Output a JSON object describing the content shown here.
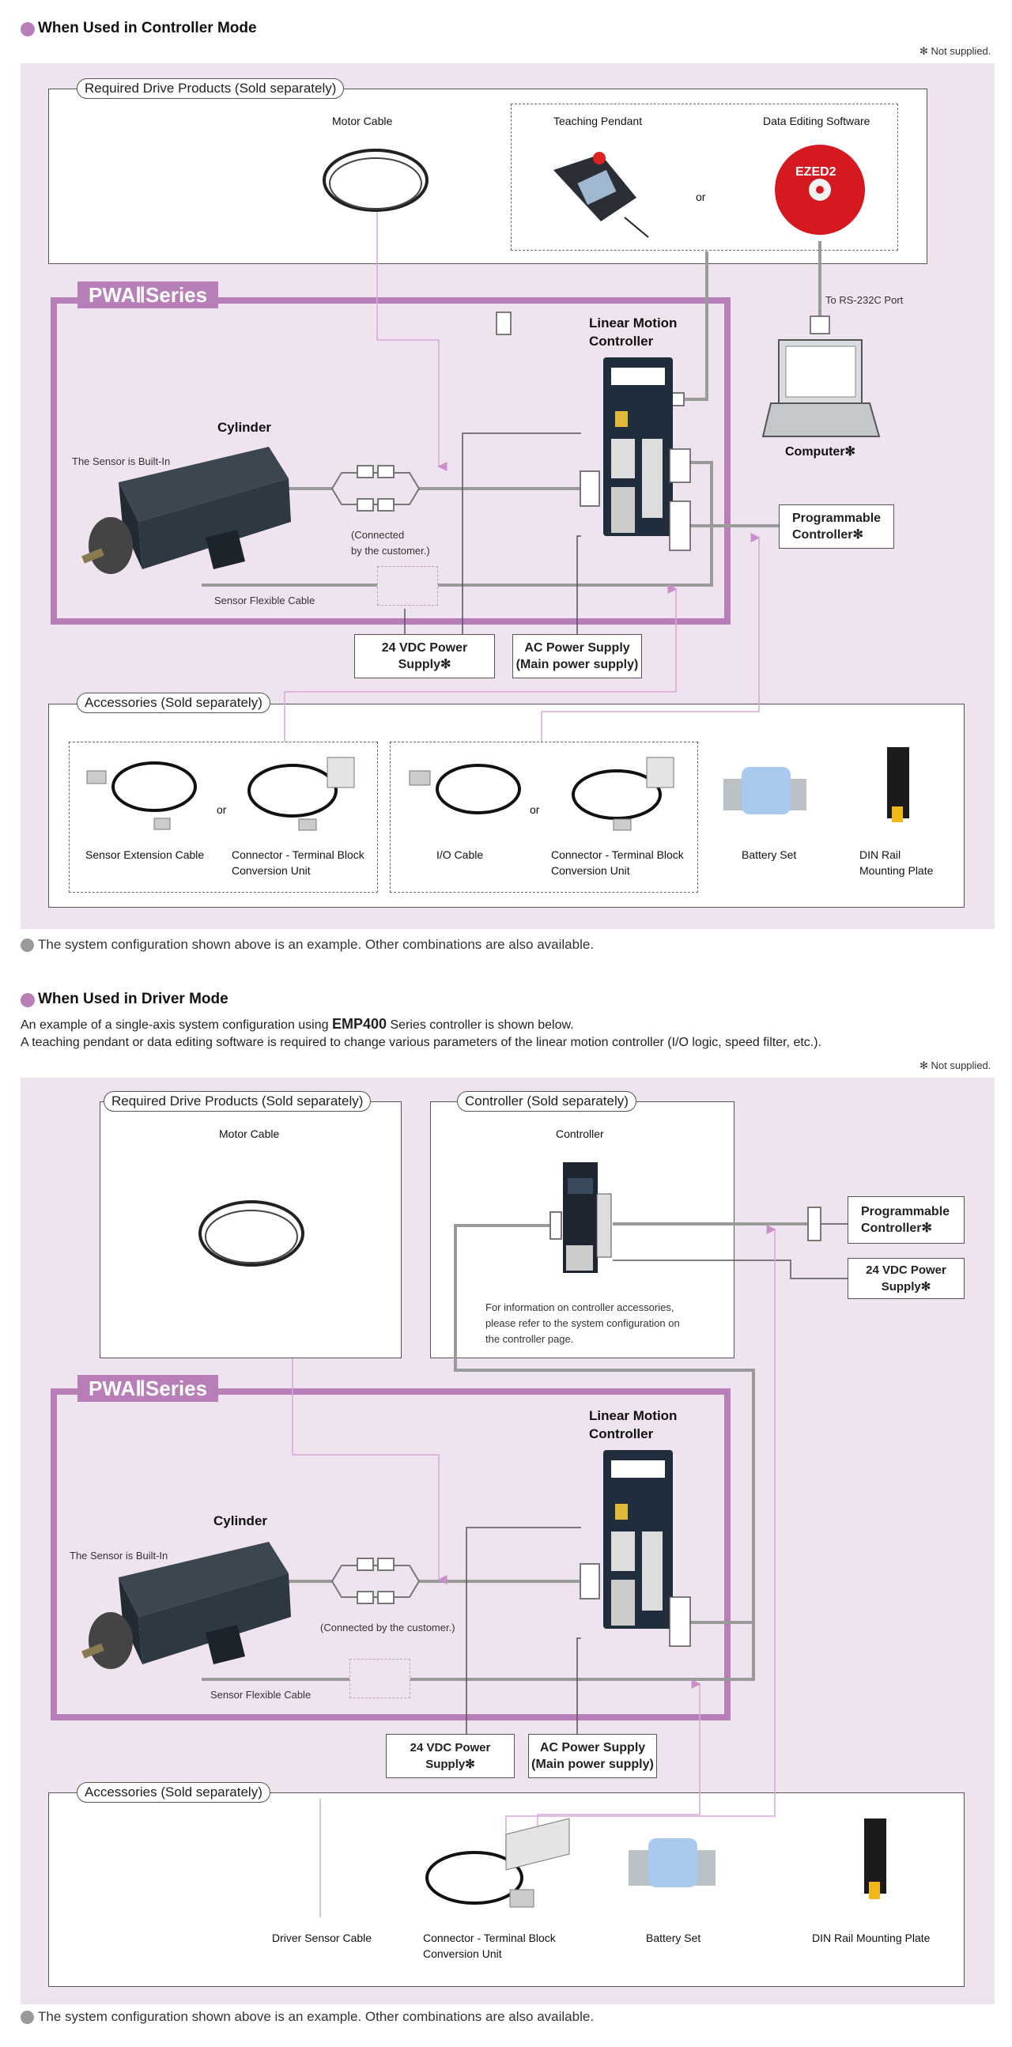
{
  "colors": {
    "accent": "#b77eb8",
    "panel": "#efe3ef",
    "line_gray": "#9a9a9a",
    "line_pink": "#d7a8d8"
  },
  "section1": {
    "title": "When Used in Controller Mode",
    "not_supplied": "✻ Not supplied.",
    "required_label": "Required Drive Products (Sold separately)",
    "motor_cable": "Motor Cable",
    "teaching_pendant": "Teaching Pendant",
    "data_software": "Data Editing Software",
    "or": "or",
    "to_rs232c": "To RS-232C Port",
    "computer": "Computer✻",
    "series": "PWAⅡSeries",
    "linear_controller_1": "Linear Motion",
    "linear_controller_2": "Controller",
    "cylinder": "Cylinder",
    "sensor_builtin": "The Sensor is Built-In",
    "connected_1": "(Connected",
    "connected_2": "by the customer.)",
    "sensor_flex": "Sensor Flexible Cable",
    "plc_1": "Programmable",
    "plc_2": "Controller✻",
    "vdc": "24 VDC Power Supply✻",
    "ac_1": "AC Power Supply",
    "ac_2": "(Main power supply)",
    "accessories_label": "Accessories (Sold separately)",
    "acc_sensor_ext": "Sensor Extension Cable",
    "acc_conn_1": "Connector - Terminal Block",
    "acc_conn_2": "Conversion Unit",
    "acc_io": "I/O Cable",
    "acc_conn2_1": "Connector - Terminal Block",
    "acc_conn2_2": "Conversion Unit",
    "acc_battery": "Battery Set",
    "acc_din_1": "DIN Rail",
    "acc_din_2": "Mounting Plate",
    "footnote": "The system configuration shown above is an example. Other combinations are also available.",
    "cd_text": "EZED2"
  },
  "section2": {
    "title": "When Used in Driver Mode",
    "desc_1_pre": "An example of a single-axis system configuration using ",
    "desc_1_bold": "EMP400",
    "desc_1_post": " Series controller is shown below.",
    "desc_2": "A teaching pendant or data editing software is required to change various parameters of the linear motion controller (I/O logic, speed filter, etc.).",
    "not_supplied": "✻ Not supplied.",
    "required_label": "Required Drive Products (Sold separately)",
    "motor_cable": "Motor Cable",
    "controller_label": "Controller (Sold separately)",
    "controller": "Controller",
    "ctrl_info_1": "For information on controller accessories,",
    "ctrl_info_2": "please refer to the system configuration on",
    "ctrl_info_3": "the controller page.",
    "plc_1": "Programmable",
    "plc_2": "Controller✻",
    "vdc_right": "24 VDC Power Supply✻",
    "series": "PWAⅡSeries",
    "linear_controller_1": "Linear Motion",
    "linear_controller_2": "Controller",
    "cylinder": "Cylinder",
    "sensor_builtin": "The Sensor is Built-In",
    "connected": "(Connected by the customer.)",
    "sensor_flex": "Sensor Flexible Cable",
    "vdc": "24 VDC Power Supply✻",
    "ac_1": "AC Power Supply",
    "ac_2": "(Main power supply)",
    "accessories_label": "Accessories (Sold separately)",
    "acc_driver_sensor": "Driver Sensor Cable",
    "acc_conn_1": "Connector - Terminal Block",
    "acc_conn_2": "Conversion Unit",
    "acc_battery": "Battery Set",
    "acc_din": "DIN Rail Mounting Plate",
    "footnote": "The system configuration shown above is an example. Other combinations are also available."
  }
}
